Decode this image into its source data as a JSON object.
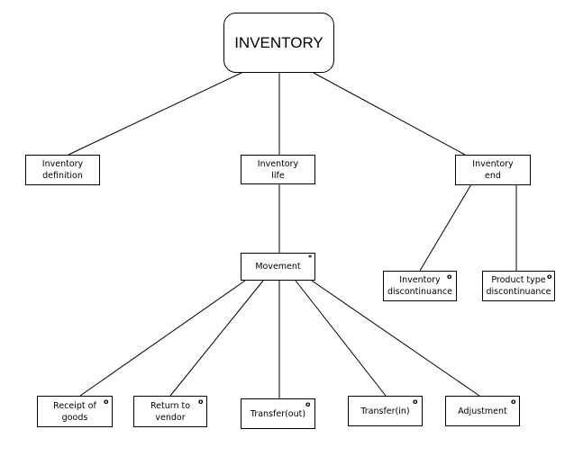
{
  "root": {
    "label": "INVENTORY"
  },
  "level1": {
    "definition": "Inventory\ndefinition",
    "life": "Inventory\nlife",
    "end": "Inventory\nend"
  },
  "movement": {
    "label": "Movement",
    "marker": "*"
  },
  "end_children": {
    "discontinuance": {
      "label": "Inventory\ndiscontinuance",
      "marker": "o"
    },
    "product_type": {
      "label": "Product type\ndiscontinuance",
      "marker": "o"
    }
  },
  "movement_children": {
    "receipt": {
      "label": "Receipt of\ngoods",
      "marker": "o"
    },
    "return": {
      "label": "Return to\nvendor",
      "marker": "o"
    },
    "transfer_out": {
      "label": "Transfer(out)",
      "marker": "o"
    },
    "transfer_in": {
      "label": "Transfer(in)",
      "marker": "o"
    },
    "adjustment": {
      "label": "Adjustment",
      "marker": "o"
    }
  }
}
